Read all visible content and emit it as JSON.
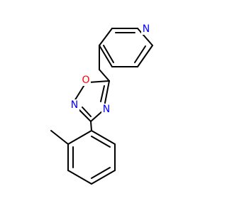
{
  "molecule": {
    "atoms": [
      {
        "id": "n_pyridine",
        "element": "N",
        "label": "N",
        "color": "#0000ff"
      },
      {
        "id": "o_ring",
        "element": "O",
        "label": "O",
        "color": "#ff0000"
      },
      {
        "id": "n2_ring",
        "element": "N",
        "label": "N",
        "color": "#0000ff"
      },
      {
        "id": "n4_ring",
        "element": "N",
        "label": "N",
        "color": "#0000ff"
      }
    ]
  }
}
